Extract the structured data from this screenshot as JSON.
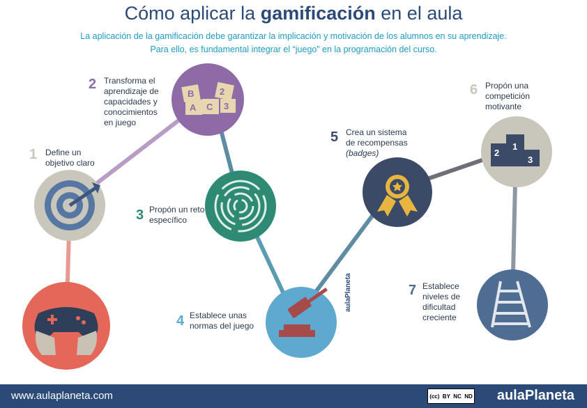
{
  "title": {
    "pre": "Cómo aplicar la",
    "bold": "gamificación",
    "post": "en el aula"
  },
  "subtitle": {
    "line1": "La aplicación de la gamificación debe garantizar la implicación y motivación de los alumnos en su aprendizaje.",
    "line2": "Para ello, es fundamental integrar el “juego” en la programación del curso."
  },
  "steps": [
    {
      "num": "1",
      "lines": [
        "Define un",
        "objetivo claro"
      ],
      "color": "#c9c7bb"
    },
    {
      "num": "2",
      "lines": [
        "Transforma el",
        "aprendizaje de",
        "capacidades y",
        "conocimientos",
        "en juego"
      ],
      "color": "#8e6aa6"
    },
    {
      "num": "3",
      "lines": [
        "Propón un reto",
        "específico"
      ],
      "color": "#2e8a72"
    },
    {
      "num": "4",
      "lines": [
        "Establece unas",
        "normas del juego"
      ],
      "color": "#5da9cf"
    },
    {
      "num": "5",
      "lines": [
        "Crea un sistema",
        "de recompensas",
        "(badges)"
      ],
      "color": "#3b4a66"
    },
    {
      "num": "6",
      "lines": [
        "Propón una",
        "competición",
        "motivante"
      ],
      "color": "#c9c7bb"
    },
    {
      "num": "7",
      "lines": [
        "Establece",
        "niveles de",
        "dificultad",
        "creciente"
      ],
      "color": "#4f6c92"
    }
  ],
  "vertical_logo": "aulaPlaneta",
  "footer": {
    "url": "www.aulaplaneta.com",
    "brand": "aulaPlaneta",
    "license": [
      "BY",
      "NC",
      "ND"
    ]
  },
  "colors": {
    "title": "#2b4a78",
    "subtitle": "#1e9bc4",
    "footer_bg": "#2b4a78"
  },
  "icons": [
    "target-icon",
    "game-controller-icon",
    "letter-blocks-icon",
    "maze-icon",
    "gavel-icon",
    "badge-icon",
    "podium-icon",
    "ladder-icon"
  ]
}
